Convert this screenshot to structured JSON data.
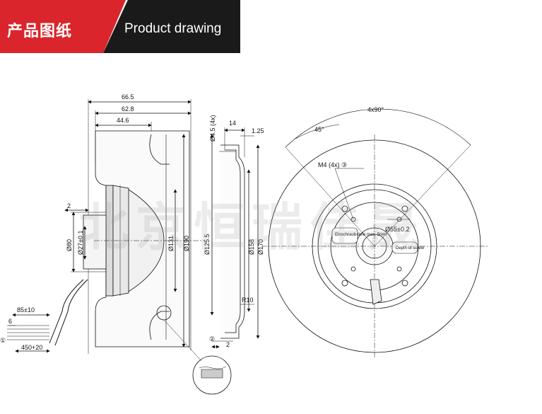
{
  "header": {
    "title_cn": "产品图纸",
    "title_en": "Product drawing"
  },
  "watermark": "北京恒瑞佳晟",
  "side_view": {
    "dims": [
      "66.5",
      "62.8",
      "44.6",
      "2",
      "Ø80",
      "Ø27±0.1",
      "Ø131",
      "Ø190",
      "85±10",
      "6",
      "450+20",
      "①"
    ]
  },
  "section_view": {
    "dims": [
      "Ø4.5 (4x)",
      "14",
      "1.25",
      "Ø125.5",
      "Ø158",
      "Ø170",
      "R10",
      "②",
      "2"
    ]
  },
  "front_view": {
    "dims": [
      "4x90°",
      "45°",
      "M4 (4x) ③",
      "Ø55±0.2",
      "Einschraub-tiefe max. 5mm",
      "Depth of screw"
    ]
  }
}
